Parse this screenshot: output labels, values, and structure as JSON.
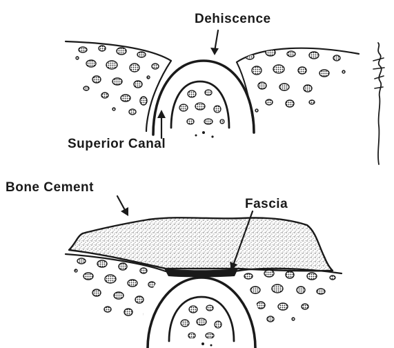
{
  "labels": {
    "dehiscence": "Dehiscence",
    "superior_canal": "Superior Canal",
    "bone_cement": "Bone Cement",
    "fascia": "Fascia"
  },
  "colors": {
    "ink": "#1a1a1a",
    "background": "#ffffff"
  }
}
